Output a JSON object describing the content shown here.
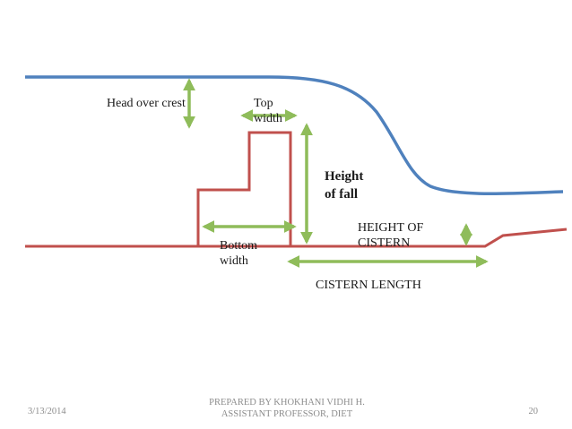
{
  "labels": {
    "head_over_crest": "Head over crest",
    "top_width": "Top\nwidth",
    "height_of_fall": "Height\nof fall",
    "height_of_cistern": "HEIGHT OF\nCISTERN",
    "bottom_width": "Bottom\nwidth",
    "cistern_length": "CISTERN LENGTH"
  },
  "footer": {
    "date": "3/13/2014",
    "credit": "PREPARED BY KHOKHANI VIDHI H.\nASSISTANT PROFESSOR, DIET",
    "page": "20"
  },
  "colors": {
    "water": "#4f81bd",
    "structure": "#c0504d",
    "dimension": "#8fbc5a"
  }
}
